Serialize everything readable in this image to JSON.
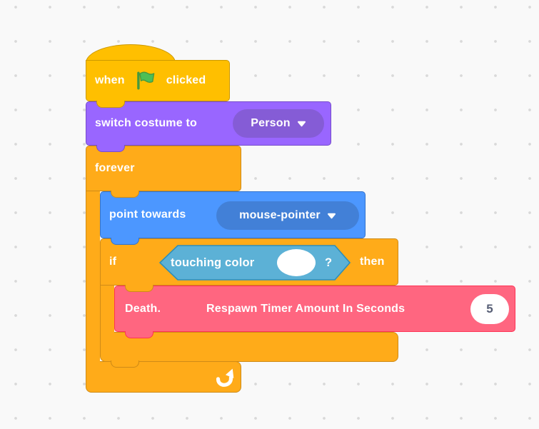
{
  "workspace": {
    "background_color": "#f9f9f9",
    "dot_grid_color": "#d9d9d9"
  },
  "palette_colors": {
    "events": {
      "fill": "#FFBF00",
      "border": "#CC9900"
    },
    "control": {
      "fill": "#FFAB19",
      "border": "#CF8B17"
    },
    "looks": {
      "fill": "#9966FF",
      "border": "#774DCB",
      "field": "#855CD6"
    },
    "motion": {
      "fill": "#4C97FF",
      "border": "#3373CC",
      "field": "#4280D7"
    },
    "sensing": {
      "fill": "#5CB1D6",
      "border": "#2E8EB8"
    },
    "my_blocks": {
      "fill": "#FF6680",
      "border": "#FF3355"
    }
  },
  "blocks": {
    "when_flag_clicked": {
      "text_before_icon": "when",
      "icon": "green-flag",
      "text_after_icon": "clicked"
    },
    "switch_costume_to": {
      "label": "switch costume to",
      "selected_option": "Person"
    },
    "forever": {
      "label": "forever"
    },
    "point_towards": {
      "label": "point towards",
      "selected_option": "mouse-pointer"
    },
    "if_then": {
      "label_if": "if",
      "label_then": "then"
    },
    "touching_color": {
      "label": "touching color",
      "question_mark": "?",
      "color_swatch": "#FFFFFF"
    },
    "death_custom": {
      "label": "Death.",
      "param_label": "Respawn Timer Amount In Seconds",
      "value": "5"
    }
  }
}
